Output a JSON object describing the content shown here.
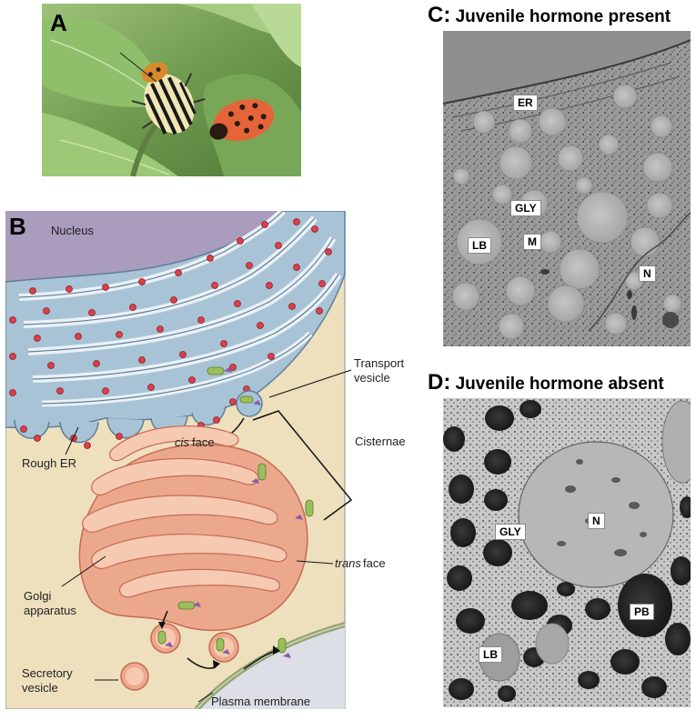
{
  "panels": {
    "a": {
      "letter": "A"
    },
    "b": {
      "letter": "B",
      "labels": {
        "nucleus": "Nucleus",
        "transport_vesicle_1": "Transport",
        "transport_vesicle_2": "vesicle",
        "cisternae": "Cisternae",
        "cis_face_italic": "cis",
        "cis_face_rest": " face",
        "rough_er": "Rough ER",
        "trans_face_italic": "trans",
        "trans_face_rest": " face",
        "golgi_1": "Golgi",
        "golgi_2": "apparatus",
        "secretory_1": "Secretory",
        "secretory_2": "vesicle",
        "plasma_membrane": "Plasma membrane"
      }
    },
    "c": {
      "letter": "C:",
      "title": "Juvenile hormone present",
      "labels": {
        "er": "ER",
        "gly": "GLY",
        "lb": "LB",
        "m": "M",
        "n": "N"
      }
    },
    "d": {
      "letter": "D:",
      "title": "Juvenile hormone absent",
      "labels": {
        "n": "N",
        "gly": "GLY",
        "pb": "PB",
        "lb": "LB"
      }
    }
  },
  "colors": {
    "cytoplasm": "#eee0bd",
    "nucleus": "#a99cbd",
    "er": "#a9c3d6",
    "er_edge": "#5f7f98",
    "ribosome": "#d9404a",
    "golgi": "#eba88d",
    "golgi_edge": "#c76a55",
    "vesicle_cargo": "#9bbf5a",
    "cargo_protein": "#8a5ca8"
  }
}
